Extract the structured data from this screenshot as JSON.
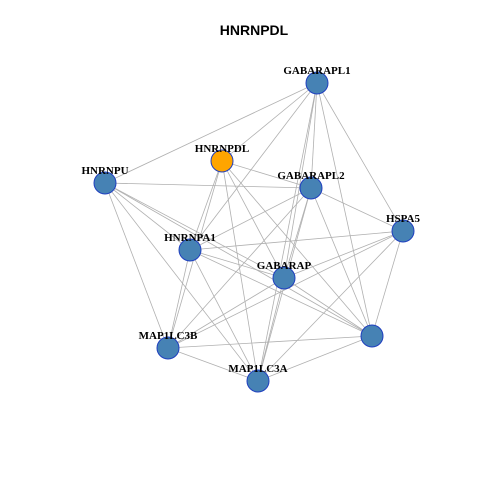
{
  "diagram": {
    "title": "HNRNPDL",
    "colors": {
      "default_node": "#4682b4",
      "focus_node": "#ffa500",
      "node_border": "#1f3fbf",
      "edge": "#b0b0b0"
    },
    "nodes": [
      {
        "id": "GABARAPL1",
        "label": "GABARAPL1",
        "focus": false
      },
      {
        "id": "HNRNPDL",
        "label": "HNRNPDL",
        "focus": true
      },
      {
        "id": "HNRNPU",
        "label": "HNRNPU",
        "focus": false
      },
      {
        "id": "GABARAPL2",
        "label": "GABARAPL2",
        "focus": false
      },
      {
        "id": "HSPA5",
        "label": "HSPA5",
        "focus": false
      },
      {
        "id": "HNRNPA1",
        "label": "HNRNPA1",
        "focus": false
      },
      {
        "id": "GABARAP",
        "label": "GABARAP",
        "focus": false
      },
      {
        "id": "UNLABELED",
        "label": "",
        "focus": false
      },
      {
        "id": "MAP1LC3B",
        "label": "MAP1LC3B",
        "focus": false
      },
      {
        "id": "MAP1LC3A",
        "label": "MAP1LC3A",
        "focus": false
      }
    ],
    "edges": [
      [
        "GABARAPL1",
        "HNRNPU"
      ],
      [
        "GABARAPL1",
        "HNRNPDL"
      ],
      [
        "GABARAPL1",
        "GABARAPL2"
      ],
      [
        "GABARAPL1",
        "HSPA5"
      ],
      [
        "GABARAPL1",
        "HNRNPA1"
      ],
      [
        "GABARAPL1",
        "GABARAP"
      ],
      [
        "GABARAPL1",
        "UNLABELED"
      ],
      [
        "GABARAPL1",
        "MAP1LC3A"
      ],
      [
        "HNRNPDL",
        "HNRNPA1"
      ],
      [
        "HNRNPDL",
        "GABARAPL2"
      ],
      [
        "HNRNPDL",
        "GABARAP"
      ],
      [
        "HNRNPDL",
        "MAP1LC3B"
      ],
      [
        "HNRNPDL",
        "MAP1LC3A"
      ],
      [
        "HNRNPDL",
        "UNLABELED"
      ],
      [
        "HNRNPU",
        "GABARAPL2"
      ],
      [
        "HNRNPU",
        "HNRNPA1"
      ],
      [
        "HNRNPU",
        "GABARAP"
      ],
      [
        "HNRNPU",
        "MAP1LC3B"
      ],
      [
        "HNRNPU",
        "MAP1LC3A"
      ],
      [
        "HNRNPU",
        "UNLABELED"
      ],
      [
        "GABARAPL2",
        "HSPA5"
      ],
      [
        "GABARAPL2",
        "HNRNPA1"
      ],
      [
        "GABARAPL2",
        "GABARAP"
      ],
      [
        "GABARAPL2",
        "UNLABELED"
      ],
      [
        "GABARAPL2",
        "MAP1LC3B"
      ],
      [
        "GABARAPL2",
        "MAP1LC3A"
      ],
      [
        "HSPA5",
        "HNRNPA1"
      ],
      [
        "HSPA5",
        "GABARAP"
      ],
      [
        "HSPA5",
        "MAP1LC3B"
      ],
      [
        "HSPA5",
        "MAP1LC3A"
      ],
      [
        "HSPA5",
        "UNLABELED"
      ],
      [
        "HNRNPA1",
        "GABARAP"
      ],
      [
        "HNRNPA1",
        "MAP1LC3B"
      ],
      [
        "HNRNPA1",
        "MAP1LC3A"
      ],
      [
        "HNRNPA1",
        "UNLABELED"
      ],
      [
        "GABARAP",
        "MAP1LC3B"
      ],
      [
        "GABARAP",
        "MAP1LC3A"
      ],
      [
        "GABARAP",
        "UNLABELED"
      ],
      [
        "UNLABELED",
        "MAP1LC3B"
      ],
      [
        "UNLABELED",
        "MAP1LC3A"
      ],
      [
        "MAP1LC3B",
        "MAP1LC3A"
      ]
    ]
  }
}
